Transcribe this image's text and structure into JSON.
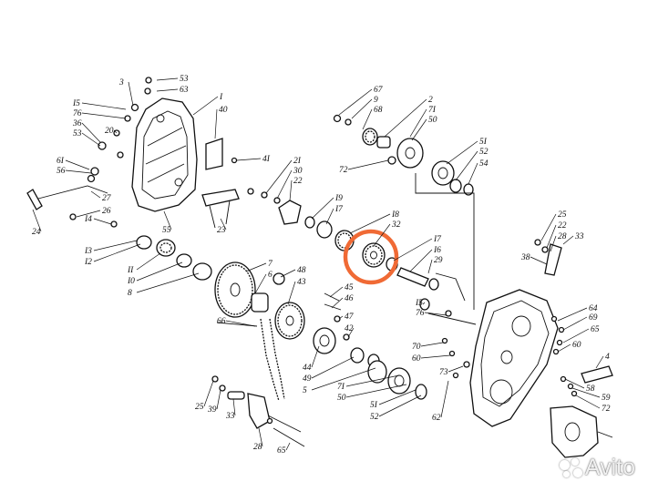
{
  "labels": [
    {
      "id": "53a",
      "text": "53"
    },
    {
      "id": "63",
      "text": "63"
    },
    {
      "id": "3",
      "text": "3"
    },
    {
      "id": "1",
      "text": "I"
    },
    {
      "id": "15a",
      "text": "I5"
    },
    {
      "id": "76a",
      "text": "76"
    },
    {
      "id": "36",
      "text": "36"
    },
    {
      "id": "53b",
      "text": "53"
    },
    {
      "id": "20",
      "text": "20"
    },
    {
      "id": "40",
      "text": "40"
    },
    {
      "id": "61",
      "text": "6I"
    },
    {
      "id": "56",
      "text": "56"
    },
    {
      "id": "41",
      "text": "4I"
    },
    {
      "id": "21",
      "text": "2I"
    },
    {
      "id": "30",
      "text": "30"
    },
    {
      "id": "22a",
      "text": "22"
    },
    {
      "id": "27",
      "text": "27"
    },
    {
      "id": "26",
      "text": "26"
    },
    {
      "id": "24",
      "text": "24"
    },
    {
      "id": "55",
      "text": "55"
    },
    {
      "id": "23",
      "text": "23"
    },
    {
      "id": "19",
      "text": "I9"
    },
    {
      "id": "17a",
      "text": "I7"
    },
    {
      "id": "18",
      "text": "I8"
    },
    {
      "id": "32",
      "text": "32"
    },
    {
      "id": "17b",
      "text": "I7"
    },
    {
      "id": "16",
      "text": "I6"
    },
    {
      "id": "29",
      "text": "29"
    },
    {
      "id": "67",
      "text": "67"
    },
    {
      "id": "9",
      "text": "9"
    },
    {
      "id": "68",
      "text": "68"
    },
    {
      "id": "2",
      "text": "2"
    },
    {
      "id": "71a",
      "text": "7I"
    },
    {
      "id": "50a",
      "text": "50"
    },
    {
      "id": "72a",
      "text": "72"
    },
    {
      "id": "51a",
      "text": "5I"
    },
    {
      "id": "52a",
      "text": "52"
    },
    {
      "id": "54",
      "text": "54"
    },
    {
      "id": "14",
      "text": "I4"
    },
    {
      "id": "13",
      "text": "I3"
    },
    {
      "id": "12",
      "text": "I2"
    },
    {
      "id": "11",
      "text": "II"
    },
    {
      "id": "10",
      "text": "I0"
    },
    {
      "id": "8",
      "text": "8"
    },
    {
      "id": "7",
      "text": "7"
    },
    {
      "id": "6",
      "text": "6"
    },
    {
      "id": "48",
      "text": "48"
    },
    {
      "id": "43",
      "text": "43"
    },
    {
      "id": "45",
      "text": "45"
    },
    {
      "id": "46",
      "text": "46"
    },
    {
      "id": "47",
      "text": "47"
    },
    {
      "id": "42",
      "text": "42"
    },
    {
      "id": "66",
      "text": "66"
    },
    {
      "id": "44",
      "text": "44"
    },
    {
      "id": "49",
      "text": "49"
    },
    {
      "id": "5",
      "text": "5"
    },
    {
      "id": "71b",
      "text": "7I"
    },
    {
      "id": "50b",
      "text": "50"
    },
    {
      "id": "51b",
      "text": "5I"
    },
    {
      "id": "52b",
      "text": "52"
    },
    {
      "id": "15b",
      "text": "I5"
    },
    {
      "id": "76b",
      "text": "76"
    },
    {
      "id": "70",
      "text": "70"
    },
    {
      "id": "60a",
      "text": "60"
    },
    {
      "id": "73",
      "text": "73"
    },
    {
      "id": "62",
      "text": "62"
    },
    {
      "id": "25a",
      "text": "25"
    },
    {
      "id": "22b",
      "text": "22"
    },
    {
      "id": "28a",
      "text": "28"
    },
    {
      "id": "33a",
      "text": "33"
    },
    {
      "id": "38",
      "text": "38"
    },
    {
      "id": "64",
      "text": "64"
    },
    {
      "id": "69",
      "text": "69"
    },
    {
      "id": "65a",
      "text": "65"
    },
    {
      "id": "60b",
      "text": "60"
    },
    {
      "id": "4",
      "text": "4"
    },
    {
      "id": "58",
      "text": "58"
    },
    {
      "id": "59",
      "text": "59"
    },
    {
      "id": "72b",
      "text": "72"
    },
    {
      "id": "25b",
      "text": "25"
    },
    {
      "id": "39",
      "text": "39"
    },
    {
      "id": "33b",
      "text": "33"
    },
    {
      "id": "28b",
      "text": "28"
    },
    {
      "id": "65b",
      "text": "65"
    }
  ],
  "highlight": {
    "color": "#f06a35"
  },
  "watermark": {
    "text": "Avito"
  }
}
